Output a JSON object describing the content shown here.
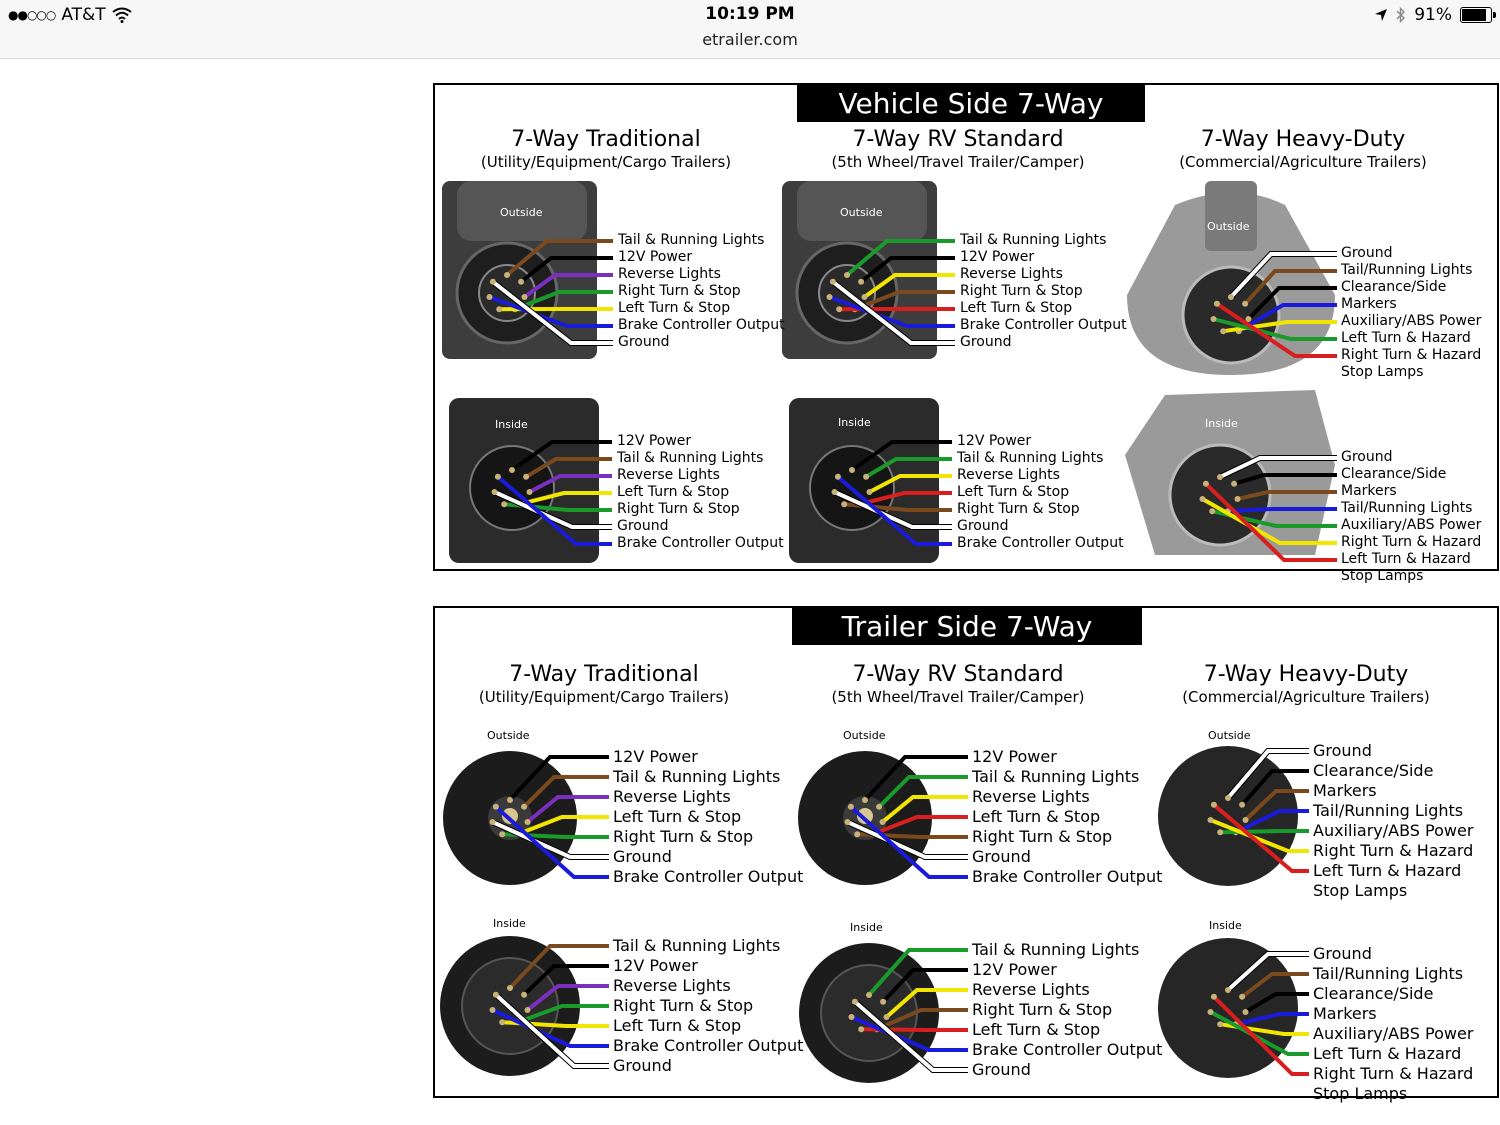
{
  "status": {
    "carrier": "AT&T",
    "time": "10:19 PM",
    "url": "etrailer.com",
    "battery": "91%",
    "battery_level": 0.91,
    "icons": [
      "wifi-icon",
      "location-arrow-icon",
      "bluetooth-icon",
      "battery-icon"
    ]
  },
  "colors": {
    "black": "#000000",
    "white": "#ffffff",
    "brown": "#7a4a1e",
    "purple": "#7b2fbf",
    "green": "#1a9a2a",
    "yellow": "#f2e600",
    "blue": "#1a1adb",
    "red": "#d81e1e"
  },
  "vehicle": {
    "title": "Vehicle Side 7-Way",
    "columns": [
      {
        "title": "7-Way Traditional",
        "subtitle": "(Utility/Equipment/Cargo Trailers)",
        "outside_label": "Outside",
        "inside_label": "Inside",
        "outside_wires": [
          "Tail & Running Lights",
          "12V Power",
          "Reverse Lights",
          "Right Turn & Stop",
          "Left Turn & Stop",
          "Brake Controller Output",
          "Ground"
        ],
        "outside_colors": [
          "brown",
          "black",
          "purple",
          "green",
          "yellow",
          "blue",
          "white"
        ],
        "inside_wires": [
          "12V Power",
          "Tail & Running Lights",
          "Reverse Lights",
          "Left Turn & Stop",
          "Right Turn & Stop",
          "Ground",
          "Brake Controller Output"
        ],
        "inside_colors": [
          "black",
          "brown",
          "purple",
          "yellow",
          "green",
          "white",
          "blue"
        ]
      },
      {
        "title": "7-Way RV Standard",
        "subtitle": "(5th Wheel/Travel Trailer/Camper)",
        "outside_label": "Outside",
        "inside_label": "Inside",
        "outside_wires": [
          "Tail & Running Lights",
          "12V Power",
          "Reverse Lights",
          "Right Turn & Stop",
          "Left Turn & Stop",
          "Brake Controller Output",
          "Ground"
        ],
        "outside_colors": [
          "green",
          "black",
          "yellow",
          "brown",
          "red",
          "blue",
          "white"
        ],
        "inside_wires": [
          "12V Power",
          "Tail & Running Lights",
          "Reverse Lights",
          "Left Turn & Stop",
          "Right Turn & Stop",
          "Ground",
          "Brake Controller Output"
        ],
        "inside_colors": [
          "black",
          "green",
          "yellow",
          "red",
          "brown",
          "white",
          "blue"
        ]
      },
      {
        "title": "7-Way Heavy-Duty",
        "subtitle": "(Commercial/Agriculture Trailers)",
        "outside_label": "Outside",
        "inside_label": "Inside",
        "outside_wires": [
          "Ground",
          "Tail/Running Lights",
          "Clearance/Side Markers",
          "Auxiliary/ABS Power",
          "Left Turn & Hazard",
          "Right Turn & Hazard",
          "Stop Lamps"
        ],
        "outside_colors": [
          "white",
          "brown",
          "black",
          "blue",
          "yellow",
          "green",
          "red"
        ],
        "inside_wires": [
          "Ground",
          "Clearance/Side Markers",
          "Tail/Running Lights",
          "Auxiliary/ABS Power",
          "Right Turn & Hazard",
          "Left Turn & Hazard",
          "Stop Lamps"
        ],
        "inside_colors": [
          "white",
          "black",
          "brown",
          "blue",
          "green",
          "yellow",
          "red"
        ]
      }
    ]
  },
  "trailer": {
    "title": "Trailer Side 7-Way",
    "columns": [
      {
        "title": "7-Way Traditional",
        "subtitle": "(Utility/Equipment/Cargo Trailers)",
        "outside_label": "Outside",
        "inside_label": "Inside",
        "outside_wires": [
          "12V Power",
          "Tail & Running Lights",
          "Reverse Lights",
          "Left Turn & Stop",
          "Right Turn & Stop",
          "Ground",
          "Brake Controller Output"
        ],
        "outside_colors": [
          "black",
          "brown",
          "purple",
          "yellow",
          "green",
          "white",
          "blue"
        ],
        "inside_wires": [
          "Tail & Running Lights",
          "12V Power",
          "Reverse Lights",
          "Right Turn & Stop",
          "Left Turn & Stop",
          "Brake Controller Output",
          "Ground"
        ],
        "inside_colors": [
          "brown",
          "black",
          "purple",
          "green",
          "yellow",
          "blue",
          "white"
        ]
      },
      {
        "title": "7-Way RV Standard",
        "subtitle": "(5th Wheel/Travel Trailer/Camper)",
        "outside_label": "Outside",
        "inside_label": "Inside",
        "outside_wires": [
          "12V Power",
          "Tail & Running Lights",
          "Reverse Lights",
          "Left Turn & Stop",
          "Right Turn & Stop",
          "Ground",
          "Brake Controller Output"
        ],
        "outside_colors": [
          "black",
          "green",
          "yellow",
          "red",
          "brown",
          "white",
          "blue"
        ],
        "inside_wires": [
          "Tail & Running Lights",
          "12V Power",
          "Reverse Lights",
          "Right Turn & Stop",
          "Left Turn & Stop",
          "Brake Controller Output",
          "Ground"
        ],
        "inside_colors": [
          "green",
          "black",
          "yellow",
          "brown",
          "red",
          "blue",
          "white"
        ]
      },
      {
        "title": "7-Way Heavy-Duty",
        "subtitle": "(Commercial/Agriculture Trailers)",
        "outside_label": "Outside",
        "inside_label": "Inside",
        "outside_wires": [
          "Ground",
          "Clearance/Side Markers",
          "Tail/Running Lights",
          "Auxiliary/ABS Power",
          "Right Turn & Hazard",
          "Left Turn & Hazard",
          "Stop Lamps"
        ],
        "outside_colors": [
          "white",
          "black",
          "brown",
          "blue",
          "green",
          "yellow",
          "red"
        ],
        "inside_wires": [
          "Ground",
          "Tail/Running Lights",
          "Clearance/Side Markers",
          "Auxiliary/ABS Power",
          "Left Turn & Hazard",
          "Right Turn & Hazard",
          "Stop Lamps"
        ],
        "inside_colors": [
          "white",
          "brown",
          "black",
          "blue",
          "yellow",
          "green",
          "red"
        ]
      }
    ]
  }
}
